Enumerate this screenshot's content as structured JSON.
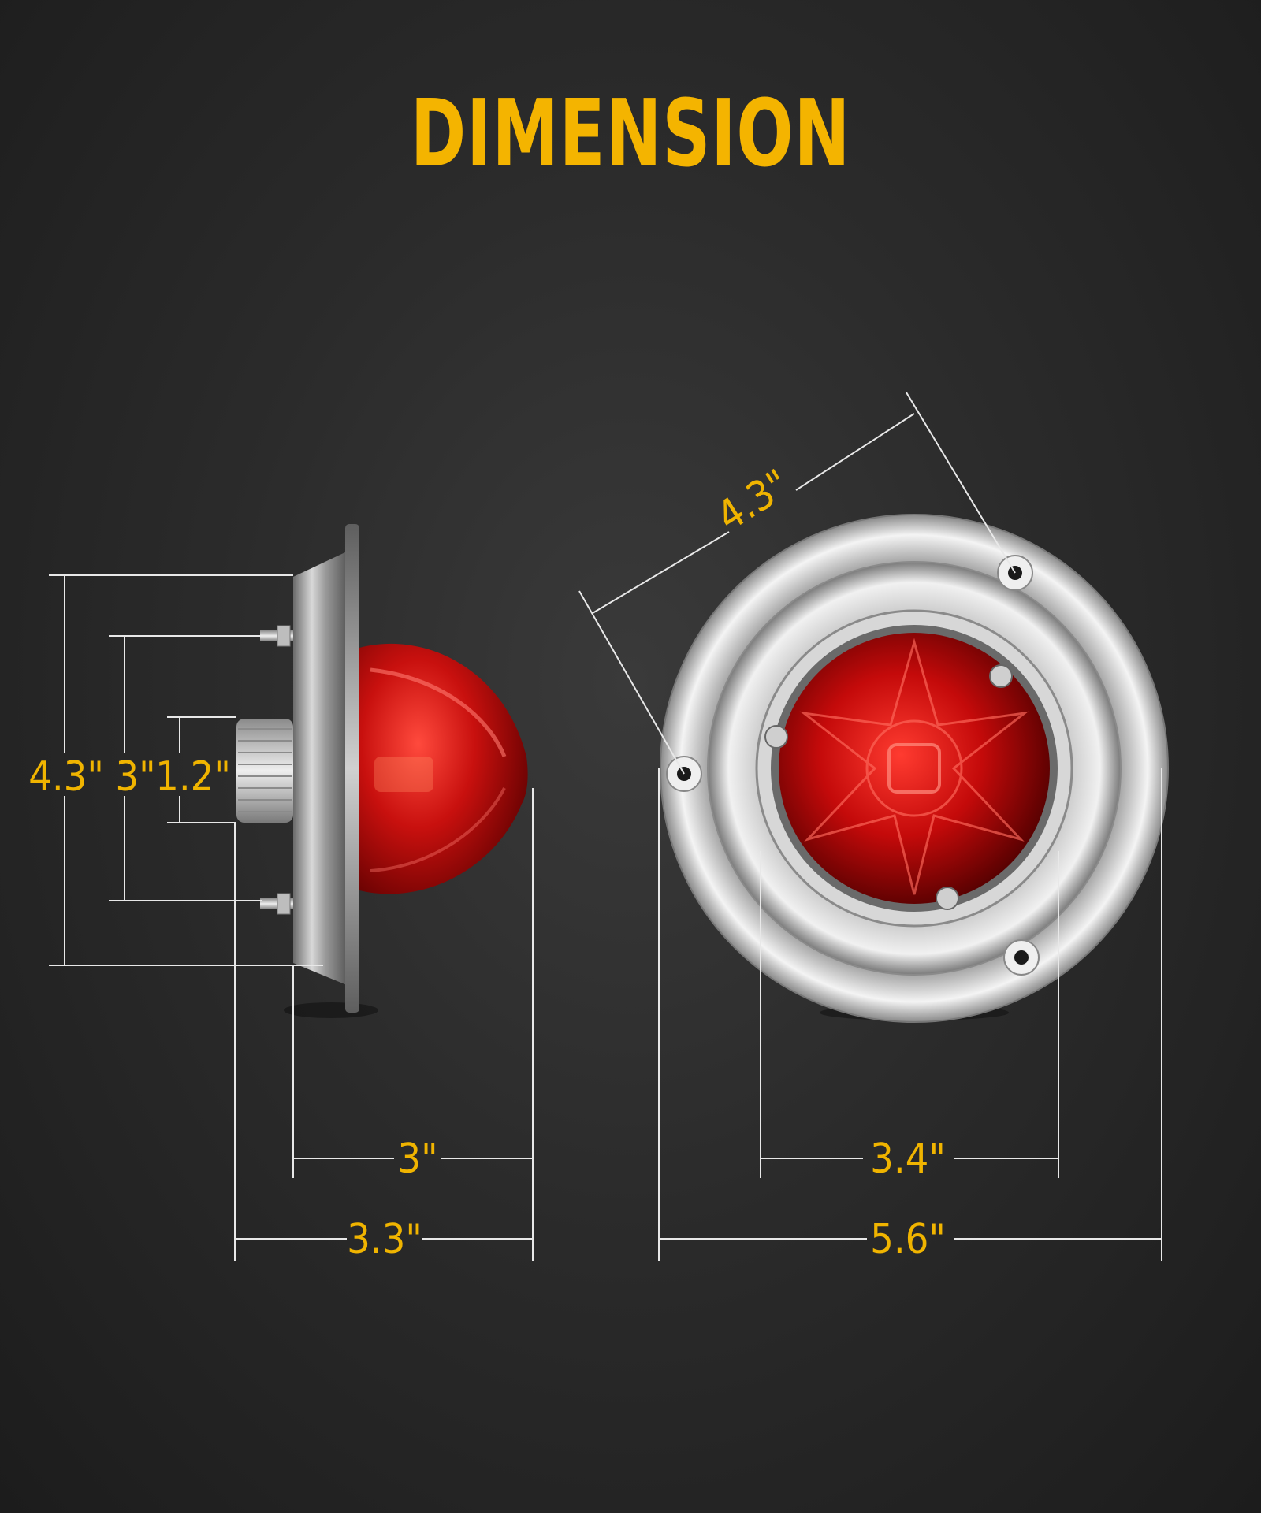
{
  "title": "DIMENSION",
  "accent_color": "#f4b400",
  "dimensions": {
    "side_height_flange": "4.3\"",
    "side_height_bolts": "3\"",
    "side_height_stud": "1.2\"",
    "side_depth_lens": "3\"",
    "side_depth_total": "3.3\"",
    "front_diagonal": "4.3\"",
    "front_inner": "3.4\"",
    "front_outer": "5.6\""
  },
  "product": {
    "lens_color": "#c40a0a",
    "trim_color": "silver chrome"
  }
}
